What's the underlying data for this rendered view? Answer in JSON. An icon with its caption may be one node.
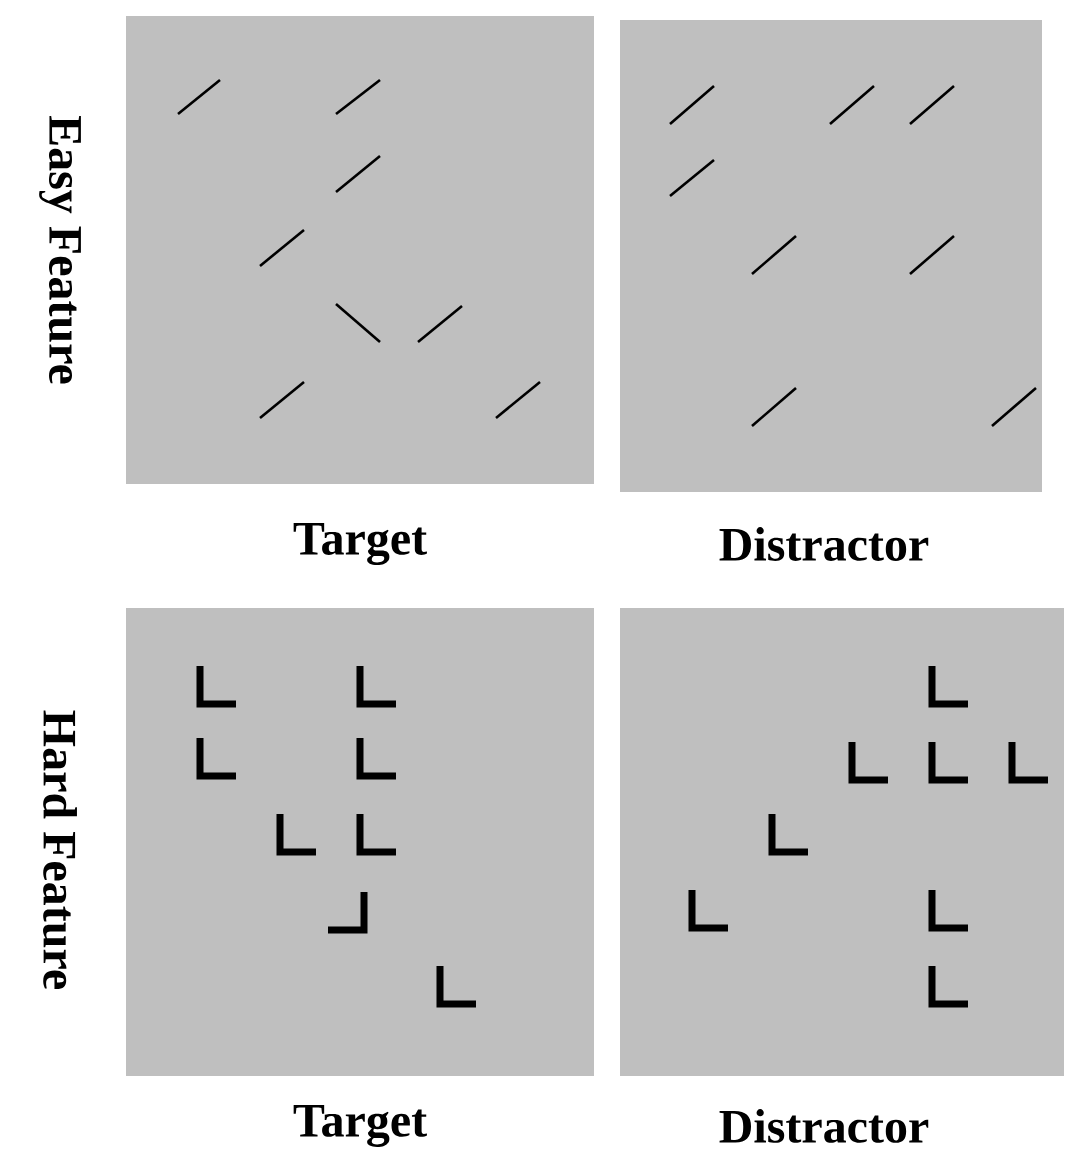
{
  "diagram": {
    "labels": [
      "Easy Feature",
      "Target",
      "Distractor",
      "Hard Feature",
      "Target",
      "Distractor"
    ]
  }
}
